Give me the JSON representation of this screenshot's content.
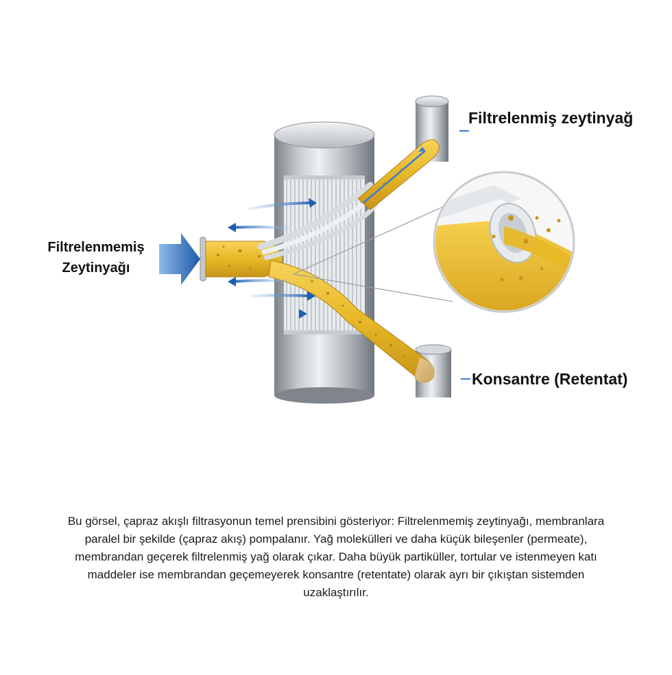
{
  "labels": {
    "permeate": "Filtrelenmiş zeytinyağ",
    "retentate": "Konsantre (Retentat)",
    "inlet_line1": "Filtrelenmemiş",
    "inlet_line2": "Zeytinyağı"
  },
  "caption": "Bu görsel, çapraz akışlı filtrasyonun temel prensibini gösteriyor: Filtrelenmemiş zeytinyağı, membranlara paralel bir şekilde (çapraz akış) pompalanır. Yağ molekülleri ve daha küçük bileşenler (permeate), membrandan geçerek filtrelenmiş yağ olarak çıkar. Daha büyük partiküller, tortular ve istenmeyen katı maddeler ise membrandan geçemeyerek konsantre (retentate) olarak ayrı bir çıkıştan sistemden uzaklaştırılır.",
  "colors": {
    "oil": "#e7b826",
    "oil_dark": "#c8941a",
    "steel": "#a8adb3",
    "arrow_blue": "#2f6fbf",
    "retentate_particles": "#8a6a3a"
  },
  "icons": [
    "inlet-arrow-icon",
    "flow-arrow-icon",
    "magnifier-inset-icon"
  ]
}
